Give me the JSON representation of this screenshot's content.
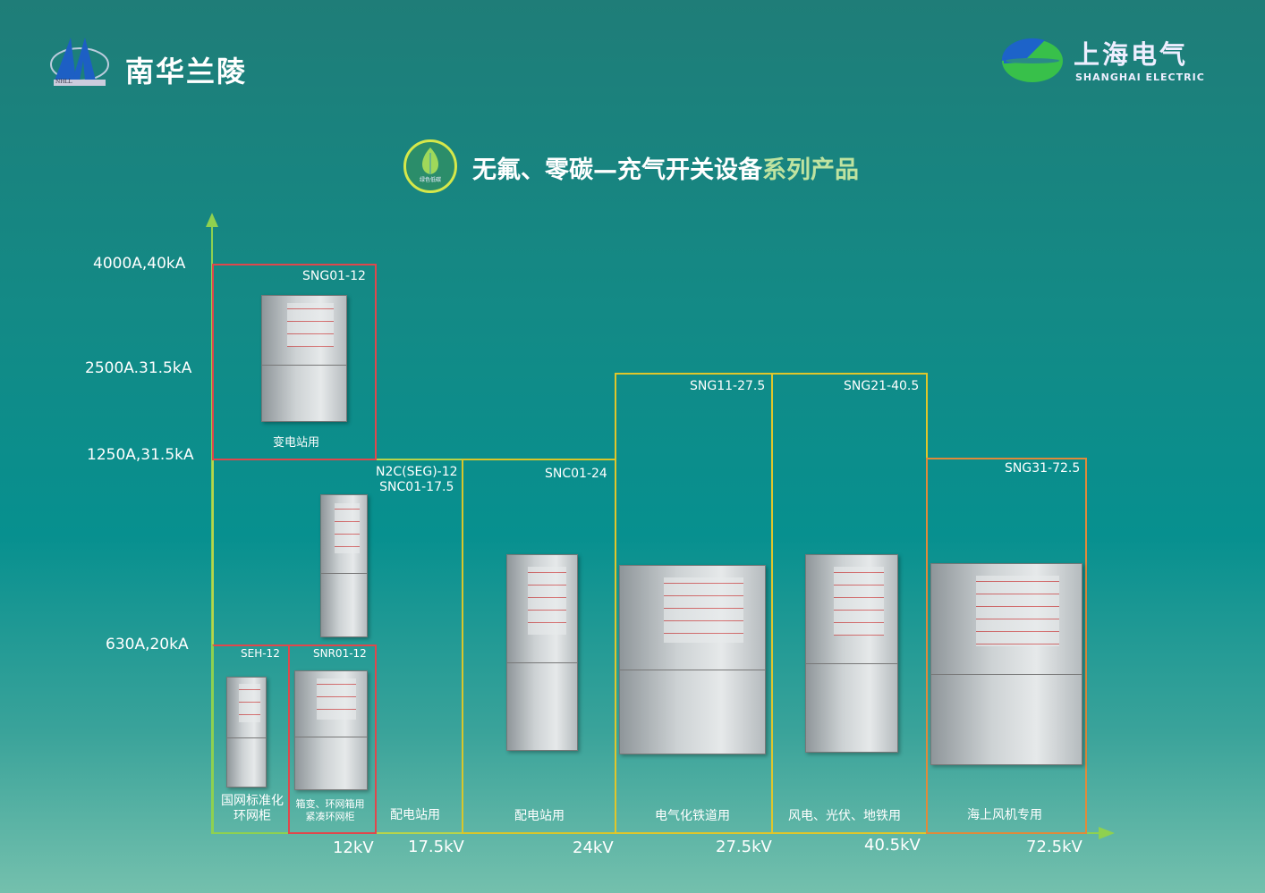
{
  "header": {
    "left_brand": "南华兰陵",
    "left_logo_text": "NHLL",
    "right_brand_cn": "上海电气",
    "right_brand_en": "SHANGHAI ELECTRIC"
  },
  "title": {
    "main": "无氟、零碳—充气开关设备",
    "accent": "系列产品",
    "badge_text": "绿色低碳"
  },
  "colors": {
    "axis": "#8fd14f",
    "red": "#e0474c",
    "yellow": "#d9c62a",
    "orange": "#e08a3a",
    "title_accent": "#bfe3a0"
  },
  "y_axis": [
    "4000A,40kA",
    "2500A.31.5kA",
    "1250A,31.5kA",
    "630A,20kA"
  ],
  "x_axis": [
    "12kV",
    "17.5kV",
    "24kV",
    "27.5kV",
    "40.5kV",
    "72.5kV"
  ],
  "products": [
    {
      "model": "SNG01-12",
      "use": "变电站用"
    },
    {
      "model": "SEH-12",
      "use": "国网标准化\n环网柜"
    },
    {
      "model": "SNR01-12",
      "use": "箱变、环网箱用\n紧凑环网柜"
    },
    {
      "model": "N2C(SEG)-12\nSNC01-17.5",
      "use": "配电站用"
    },
    {
      "model": "SNC01-24",
      "use": "配电站用"
    },
    {
      "model": "SNG11-27.5",
      "use": "电气化铁道用"
    },
    {
      "model": "SNG21-40.5",
      "use": "风电、光伏、地铁用"
    },
    {
      "model": "SNG31-72.5",
      "use": "海上风机专用"
    }
  ]
}
